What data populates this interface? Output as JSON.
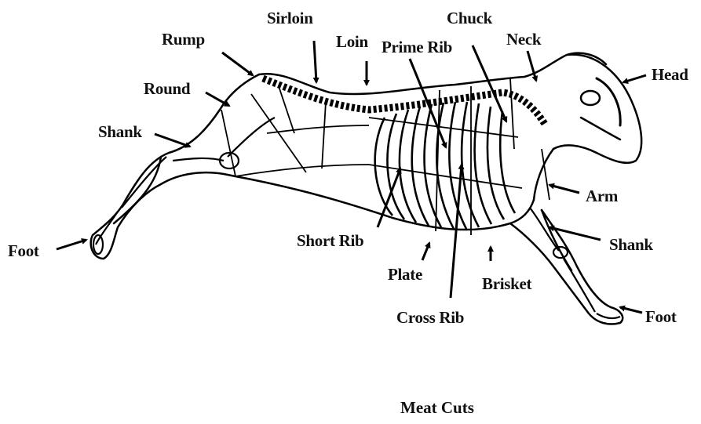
{
  "caption": "Meat Cuts",
  "labels": {
    "sirloin": "Sirloin",
    "chuck": "Chuck",
    "rump": "Rump",
    "loin": "Loin",
    "prime_rib": "Prime Rib",
    "neck": "Neck",
    "head": "Head",
    "round": "Round",
    "shank_rear": "Shank",
    "foot_rear": "Foot",
    "arm": "Arm",
    "short_rib": "Short Rib",
    "shank_front": "Shank",
    "plate": "Plate",
    "brisket": "Brisket",
    "cross_rib": "Cross Rib",
    "foot_front": "Foot"
  }
}
